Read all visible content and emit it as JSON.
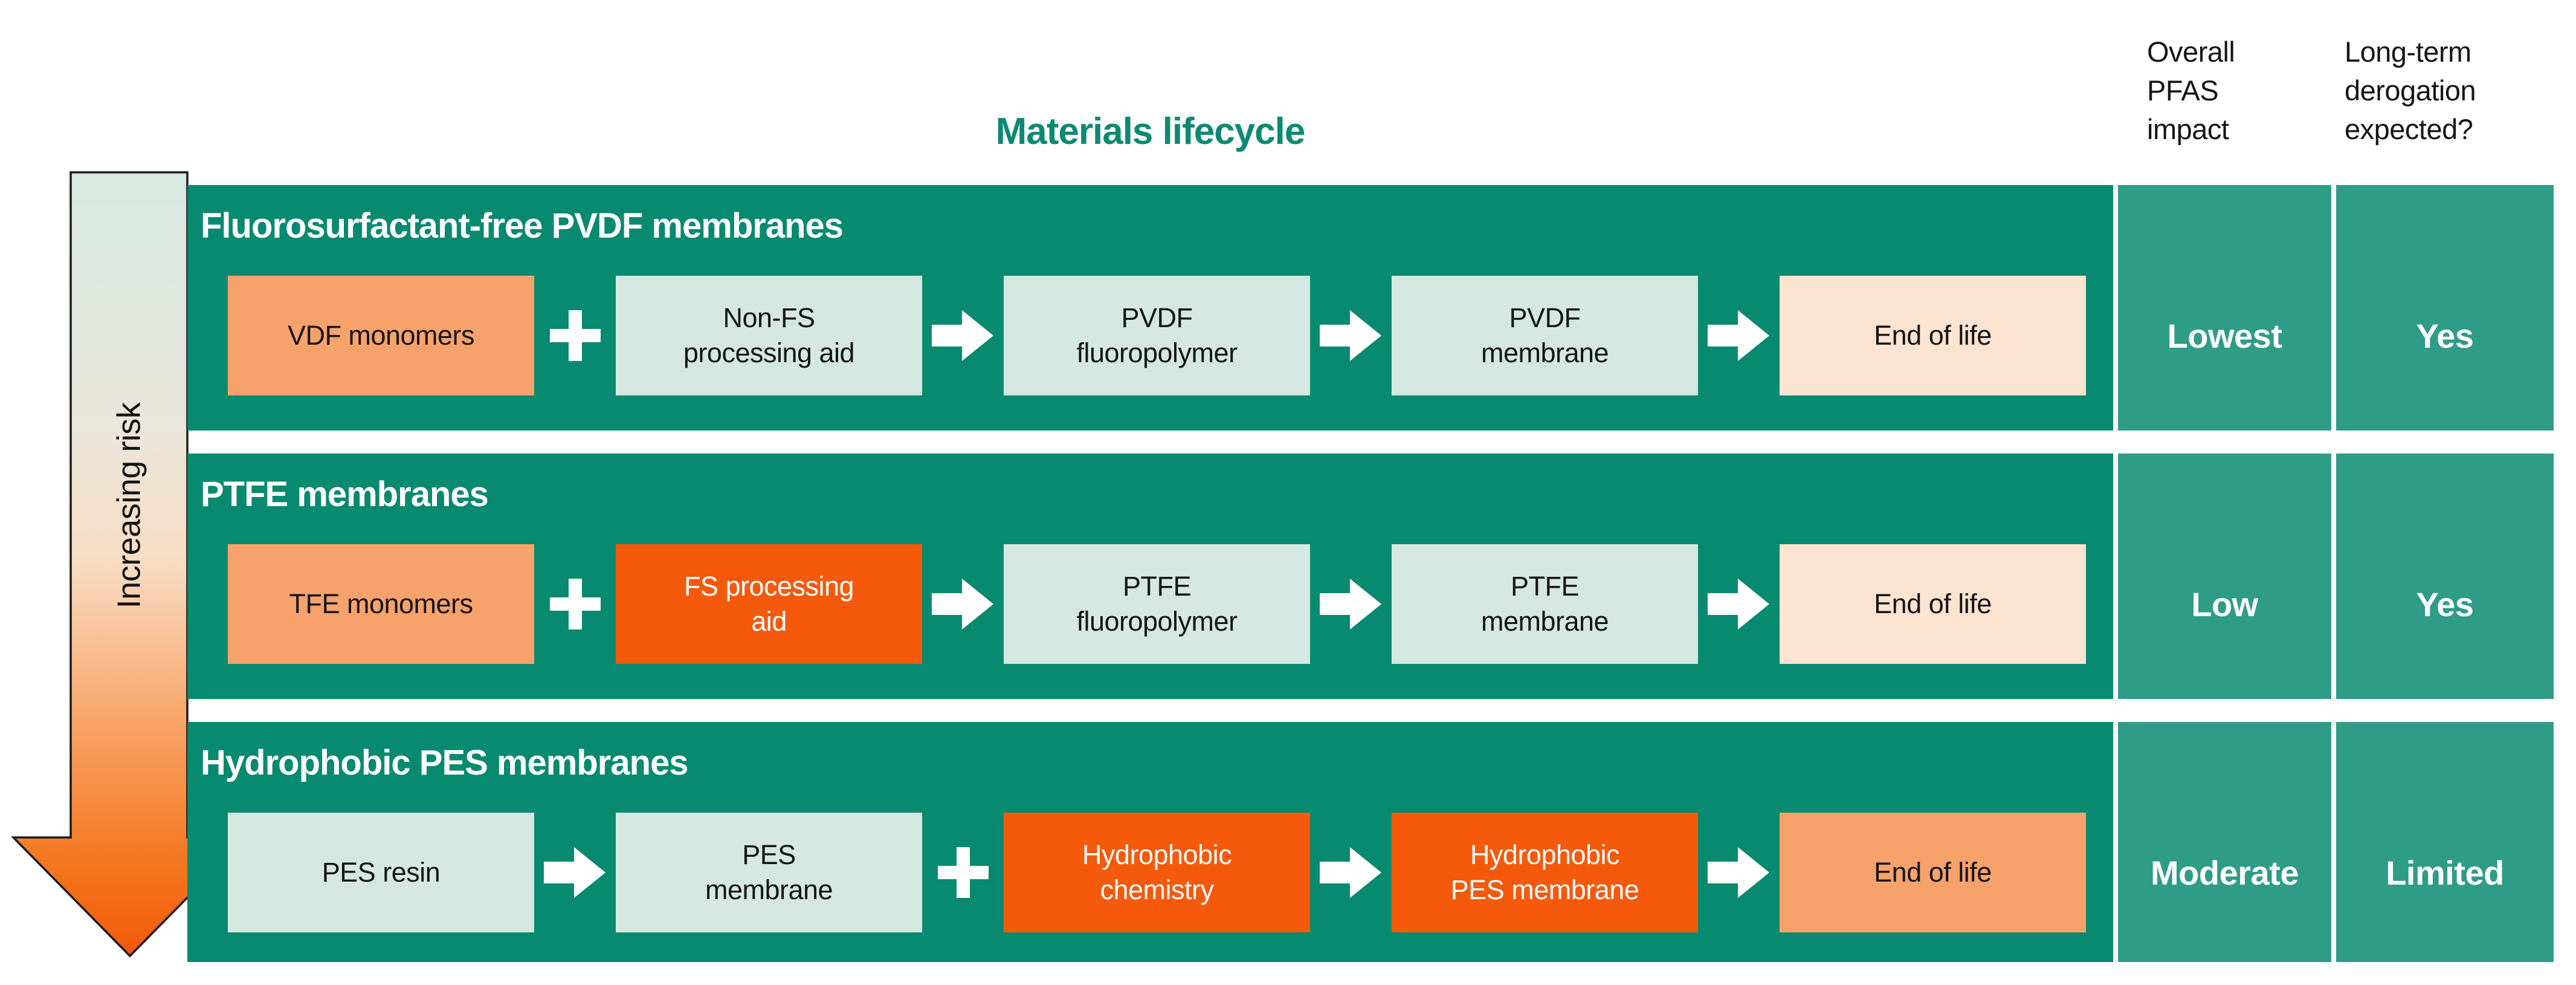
{
  "title": "Materials lifecycle",
  "risk_arrow": {
    "label": "Increasing risk"
  },
  "columns": {
    "pfas_impact_header": "Overall\nPFAS\nimpact",
    "derogation_header": "Long-term\nderogation\nexpected?"
  },
  "rows": [
    {
      "header": "Fluorosurfactant-free PVDF membranes",
      "steps": [
        {
          "kind": "box",
          "color": "salmon",
          "label": "VDF monomers"
        },
        {
          "kind": "plus"
        },
        {
          "kind": "box",
          "color": "mint",
          "label": "Non-FS\nprocessing aid"
        },
        {
          "kind": "arrow"
        },
        {
          "kind": "box",
          "color": "mint",
          "label": "PVDF\nfluoropolymer"
        },
        {
          "kind": "arrow"
        },
        {
          "kind": "box",
          "color": "mint",
          "label": "PVDF\nmembrane"
        },
        {
          "kind": "arrow"
        },
        {
          "kind": "box",
          "color": "peach",
          "label": "End of life"
        }
      ],
      "overall_pfas_impact": "Lowest",
      "derogation": "Yes"
    },
    {
      "header": "PTFE membranes",
      "steps": [
        {
          "kind": "box",
          "color": "salmon",
          "label": "TFE monomers"
        },
        {
          "kind": "plus"
        },
        {
          "kind": "box",
          "color": "orange",
          "label": "FS processing\naid"
        },
        {
          "kind": "arrow"
        },
        {
          "kind": "box",
          "color": "mint",
          "label": "PTFE\nfluoropolymer"
        },
        {
          "kind": "arrow"
        },
        {
          "kind": "box",
          "color": "mint",
          "label": "PTFE\nmembrane"
        },
        {
          "kind": "arrow"
        },
        {
          "kind": "box",
          "color": "peach",
          "label": "End of life"
        }
      ],
      "overall_pfas_impact": "Low",
      "derogation": "Yes"
    },
    {
      "header": "Hydrophobic PES membranes",
      "steps": [
        {
          "kind": "box",
          "color": "mint",
          "label": "PES resin"
        },
        {
          "kind": "arrow"
        },
        {
          "kind": "box",
          "color": "mint",
          "label": "PES\nmembrane"
        },
        {
          "kind": "plus"
        },
        {
          "kind": "box",
          "color": "orange",
          "label": "Hydrophobic\nchemistry"
        },
        {
          "kind": "arrow"
        },
        {
          "kind": "box",
          "color": "orange",
          "label": "Hydrophobic\nPES membrane"
        },
        {
          "kind": "arrow"
        },
        {
          "kind": "box",
          "color": "salmon",
          "label": "End of life"
        }
      ],
      "overall_pfas_impact": "Moderate",
      "derogation": "Limited"
    }
  ],
  "colors": {
    "band_teal": "#078A70",
    "column_teal": "#2F9C87",
    "mint_box": "#D4E8E1",
    "salmon_box": "#F8A26B",
    "orange_box": "#F5590B",
    "peach_box": "#FCE4D1",
    "title_teal": "#0B8A72",
    "arrow_gradient_top": "#D7E9E2",
    "arrow_gradient_bottom": "#F2580A"
  }
}
